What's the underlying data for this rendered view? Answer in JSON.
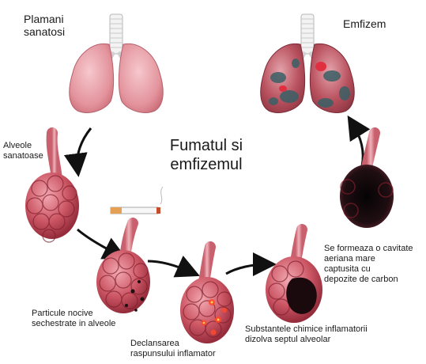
{
  "title": "Fumatul si\nemfizemul",
  "labels": {
    "healthy_lungs": "Plamani\nsanatosi",
    "emphysema": "Emfizem",
    "healthy_alveoli": "Alveole\nsanatoase",
    "particles": "Particule nocive\nsechestrate in alveole",
    "inflammation": "Declansarea\nraspunsului inflamator",
    "chemicals": "Substantele chimice inflamatorii\ndizolva septul alveolar",
    "cavity": "Se formeaza o cavitate\naeriana mare\ncaptusita cu\ndepozite de carbon"
  },
  "colors": {
    "lung_pink": "#e89aa3",
    "alveoli_red": "#c94a5a",
    "damage_dark": "#2a1418",
    "inflammation_orange": "#e04a2a",
    "arrow": "#111111"
  },
  "icons": [
    "cigarette-icon",
    "trachea-icon"
  ]
}
